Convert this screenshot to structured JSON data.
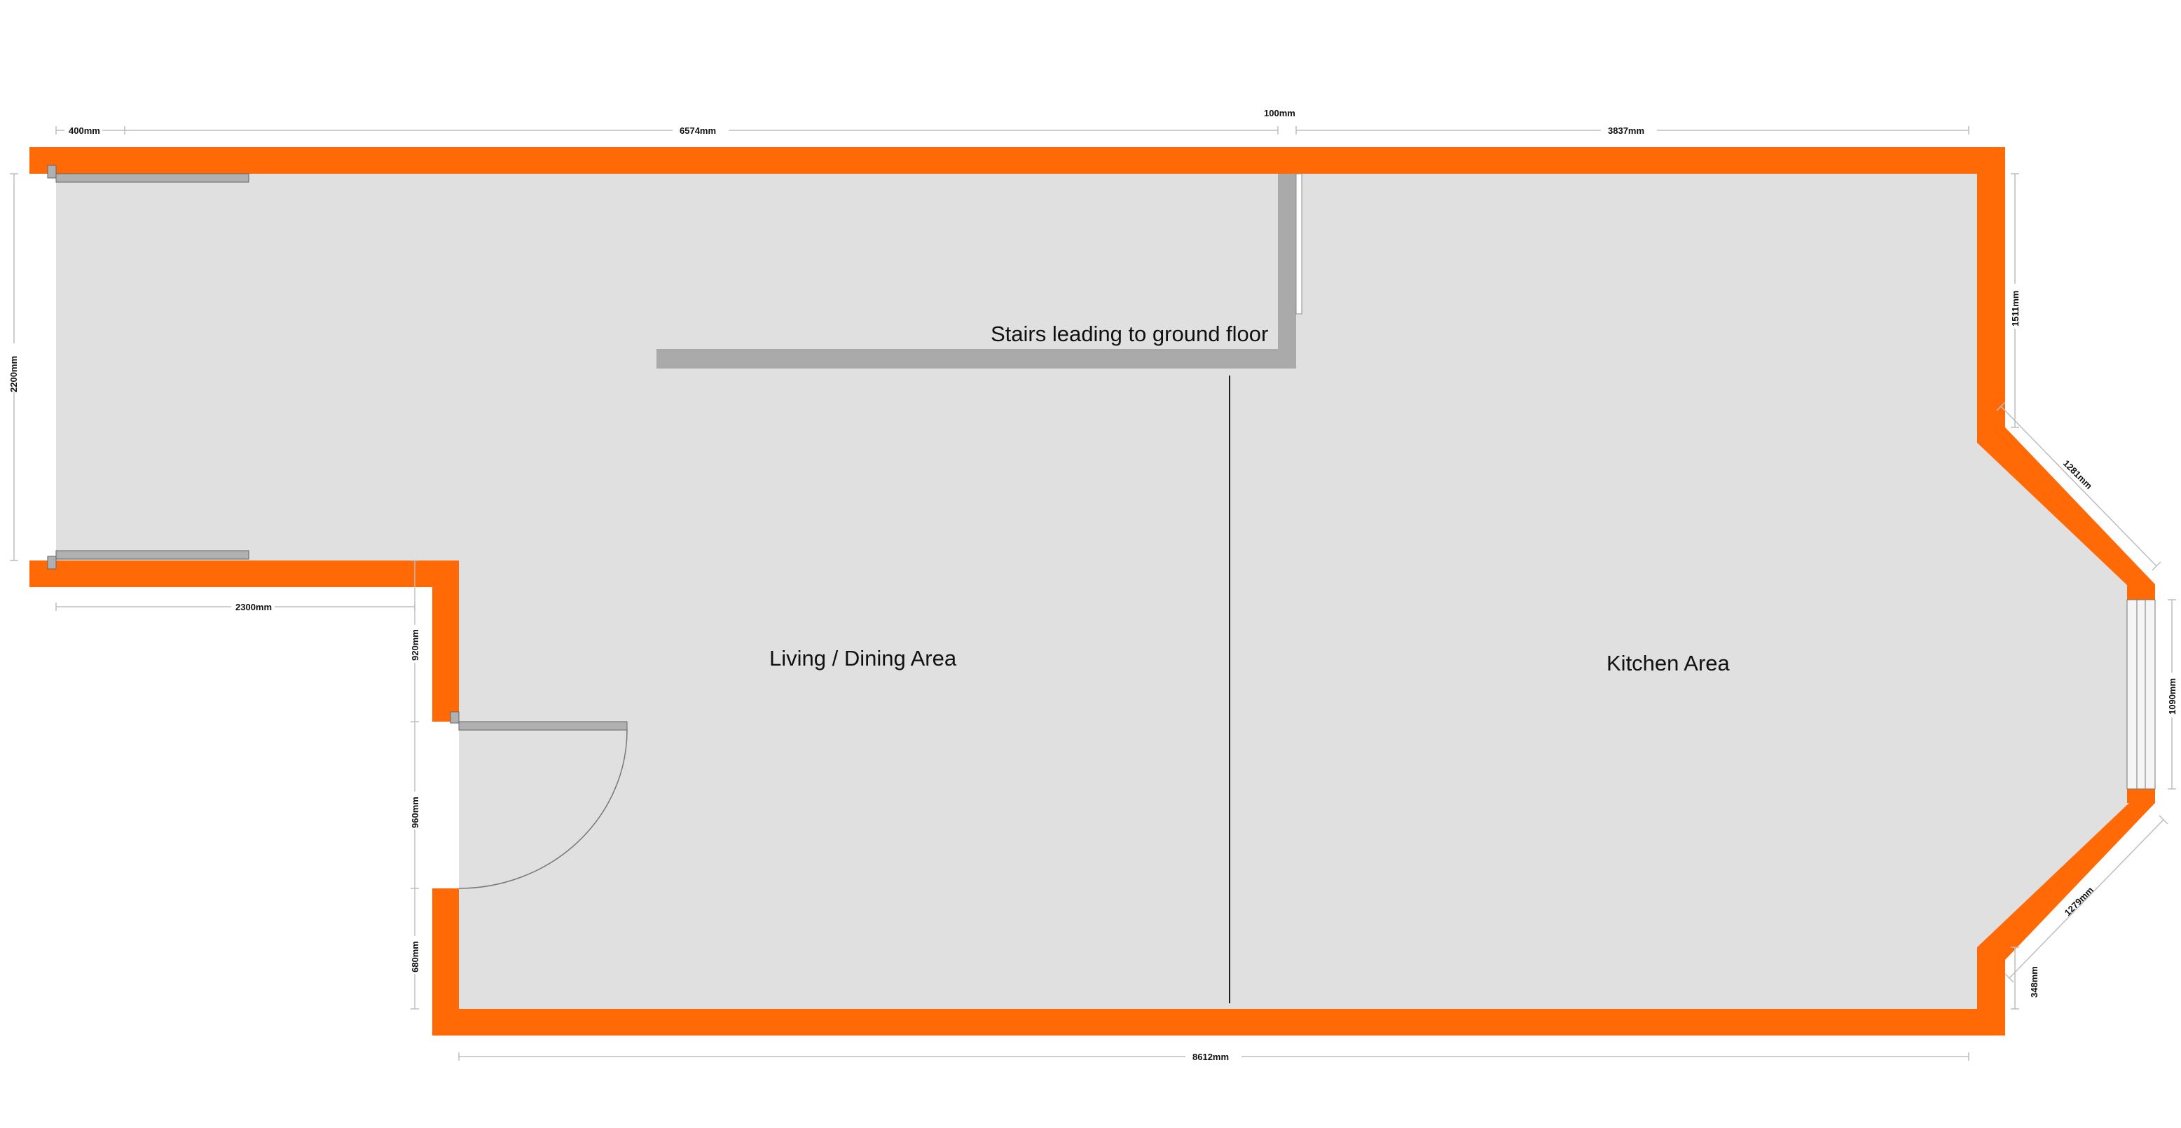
{
  "floorplan": {
    "rooms": {
      "living": "Living / Dining Area",
      "kitchen": "Kitchen Area",
      "stairs": "Stairs leading to ground floor"
    },
    "dimensions": {
      "top_left_400": "400mm",
      "top_6574": "6574mm",
      "top_100": "100mm",
      "top_3837": "3837mm",
      "left_2200": "2200mm",
      "bottom_left_2300": "2300mm",
      "step_920": "920mm",
      "door_960": "960mm",
      "lower_680": "680mm",
      "bottom_8612": "8612mm",
      "right_1511": "1511mm",
      "bay_upper_1281": "1281mm",
      "bay_window_1090": "1090mm",
      "bay_lower_1279": "1279mm",
      "right_lower_348": "348mm"
    },
    "colors": {
      "wall": "#ff6a06",
      "floor": "#e0e0e0",
      "stairs": "#aaaaaa",
      "dimension_line": "#bdbdbd",
      "text": "#111111"
    }
  }
}
